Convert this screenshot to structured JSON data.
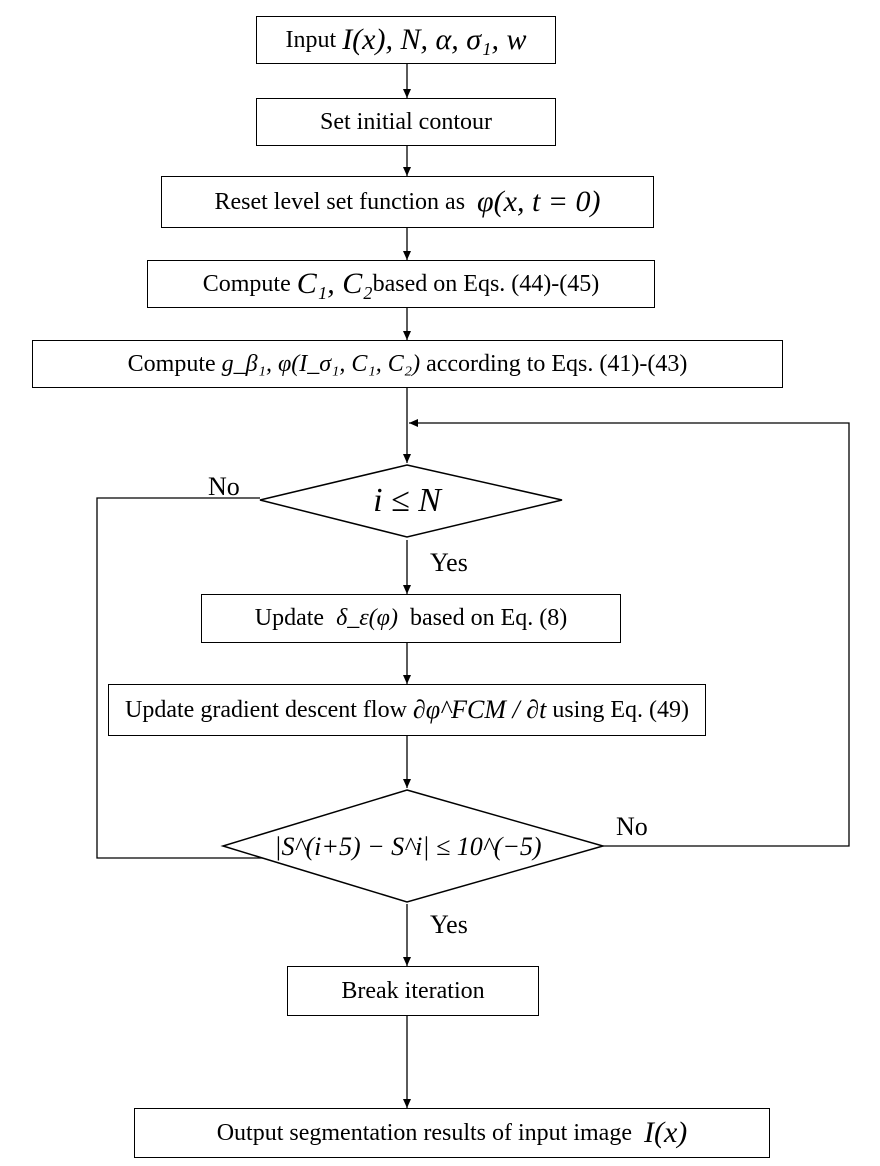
{
  "steps": {
    "input": {
      "prefix": "Input",
      "math": "I(x), N, α, σ₁, w"
    },
    "initial_contour": {
      "label": "Set initial contour"
    },
    "reset_level_set": {
      "text": "Reset level set function as",
      "math": "φ(x, t = 0)"
    },
    "compute_c": {
      "prefix": "Compute",
      "math": "C₁, C₂",
      "suffix": "based on Eqs. (44)-(45)"
    },
    "compute_g": {
      "prefix": "Compute",
      "math": "g_β₁, φ(I_σ₁, C₁, C₂)",
      "suffix": "according to Eqs. (41)-(43)"
    },
    "update_delta": {
      "prefix": "Update",
      "math": "δ_ε(φ)",
      "suffix": "based on Eq. (8)"
    },
    "update_flow": {
      "prefix": "Update gradient descent flow",
      "math": "∂φ^FCM / ∂t",
      "suffix": "using Eq. (49)"
    },
    "break": {
      "label": "Break iteration"
    },
    "output": {
      "prefix": "Output  segmentation results of input image",
      "math": "I(x)"
    }
  },
  "decisions": {
    "iteration_check": {
      "math": "i ≤ N"
    },
    "convergence_check": {
      "math": "|S^(i+5) − S^i| ≤ 10^(−5)"
    }
  },
  "edge_labels": {
    "no_1": "No",
    "yes_1": "Yes",
    "no_2": "No",
    "yes_2": "Yes"
  }
}
